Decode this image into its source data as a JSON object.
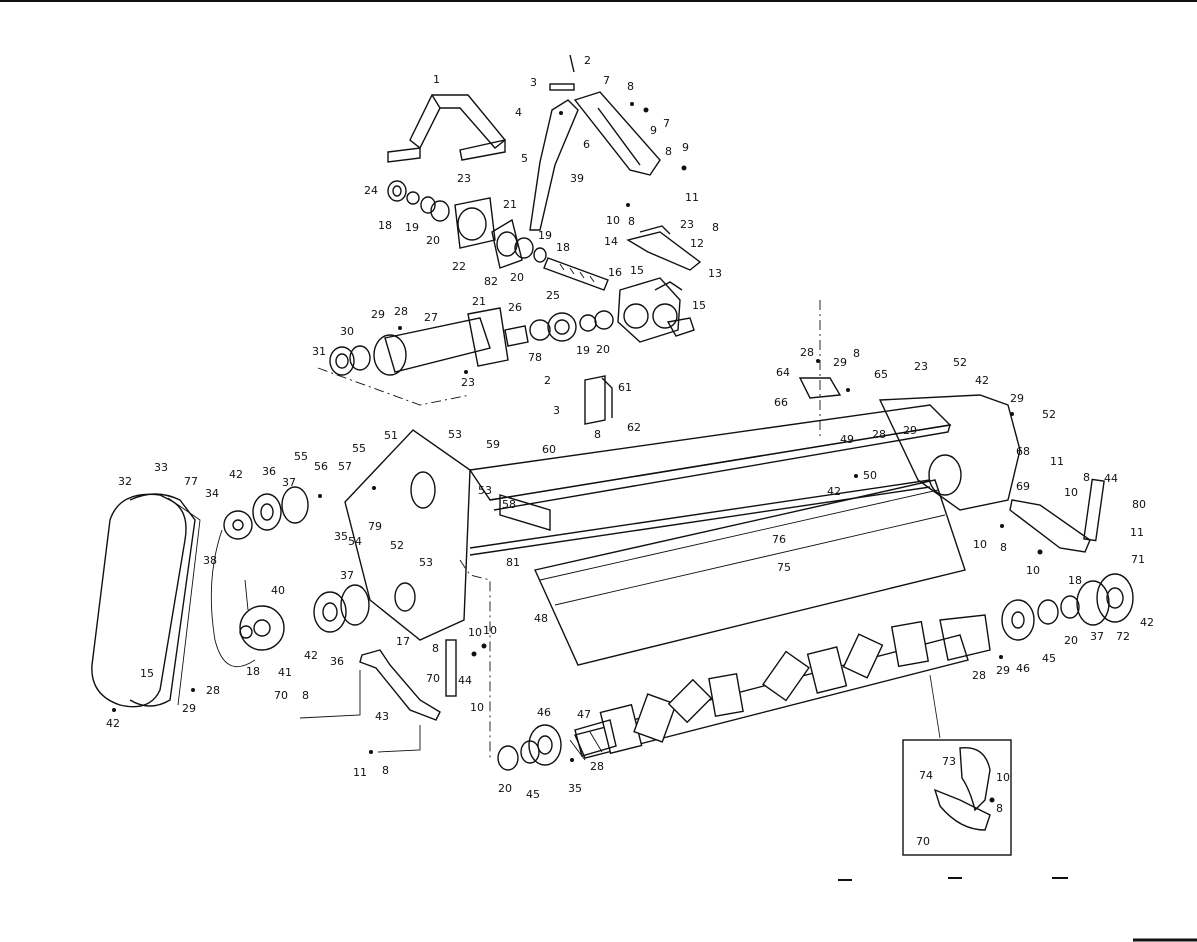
{
  "labels": {
    "p1": "1",
    "p2": "2",
    "p3": "3",
    "p4": "4",
    "p5": "5",
    "p6": "6",
    "p7a": "7",
    "p7b": "7",
    "p8a": "8",
    "p8b": "8",
    "p8c": "8",
    "p8d": "8",
    "p9a": "9",
    "p9b": "9",
    "p10": "10",
    "p11": "11",
    "p12": "12",
    "p13": "13",
    "p14": "14",
    "p15a": "15",
    "p15b": "15",
    "p16": "16",
    "p18a": "18",
    "p18b": "18",
    "p19a": "19",
    "p19b": "19",
    "p19c": "19",
    "p20a": "20",
    "p20b": "20",
    "p20c": "20",
    "p21a": "21",
    "p21b": "21",
    "p22": "22",
    "p23a": "23",
    "p23b": "23",
    "p23c": "23",
    "p24": "24",
    "p25": "25",
    "p26": "26",
    "p27": "27",
    "p28": "28",
    "p29": "29",
    "p30": "30",
    "p31": "31",
    "p39": "39",
    "p78": "78",
    "p82": "82",
    "p2b": "2",
    "p3b": "3",
    "p61": "61",
    "p62": "62",
    "p8e": "8",
    "p28b": "28",
    "p29b": "29",
    "p8f": "8",
    "p64": "64",
    "p65": "65",
    "p66": "66",
    "p23d": "23",
    "p52": "52",
    "p42a": "42",
    "p29c": "29",
    "p52b": "52",
    "p28c": "28",
    "p29d": "29",
    "p68": "68",
    "p49": "49",
    "p50": "50",
    "p42b": "42",
    "p51": "51",
    "p53a": "53",
    "p59": "59",
    "p60": "60",
    "p53b": "53",
    "p58": "58",
    "p55a": "55",
    "p56": "56",
    "p57": "57",
    "p55b": "55",
    "p35a": "35",
    "p54": "54",
    "p79": "79",
    "p52c": "52",
    "p53c": "53",
    "p81": "81",
    "p32": "32",
    "p33": "33",
    "p77": "77",
    "p42c": "42",
    "p36a": "36",
    "p37a": "37",
    "p34": "34",
    "p38": "38",
    "p40": "40",
    "p37b": "37",
    "p36b": "36",
    "p42d": "42",
    "p18c": "18",
    "p41": "41",
    "p15c": "15",
    "p28d": "28",
    "p29e": "29",
    "p42e": "42",
    "p17": "17",
    "p10a": "10",
    "p10b": "10",
    "p8g": "8",
    "p70a": "70",
    "p44a": "44",
    "p10c": "10",
    "p70b": "70",
    "p8h": "8",
    "p43": "43",
    "p11b": "11",
    "p8i": "8",
    "p48": "48",
    "p76": "76",
    "p75": "75",
    "p11c": "11",
    "p69": "69",
    "p10d": "10",
    "p8j": "8",
    "p44b": "44",
    "p80": "80",
    "p11d": "11",
    "p10e": "10",
    "p8k": "8",
    "p10f": "10",
    "p71": "71",
    "p18d": "18",
    "p37c": "37",
    "p72": "72",
    "p42f": "42",
    "p20d": "20",
    "p45a": "45",
    "p46a": "46",
    "p28e": "28",
    "p29f": "29",
    "p46b": "46",
    "p47": "47",
    "p20e": "20",
    "p45b": "45",
    "p35b": "35",
    "p28f": "28",
    "p73": "73",
    "p74": "74",
    "p10g": "10",
    "p8l": "8",
    "p70c": "70"
  }
}
